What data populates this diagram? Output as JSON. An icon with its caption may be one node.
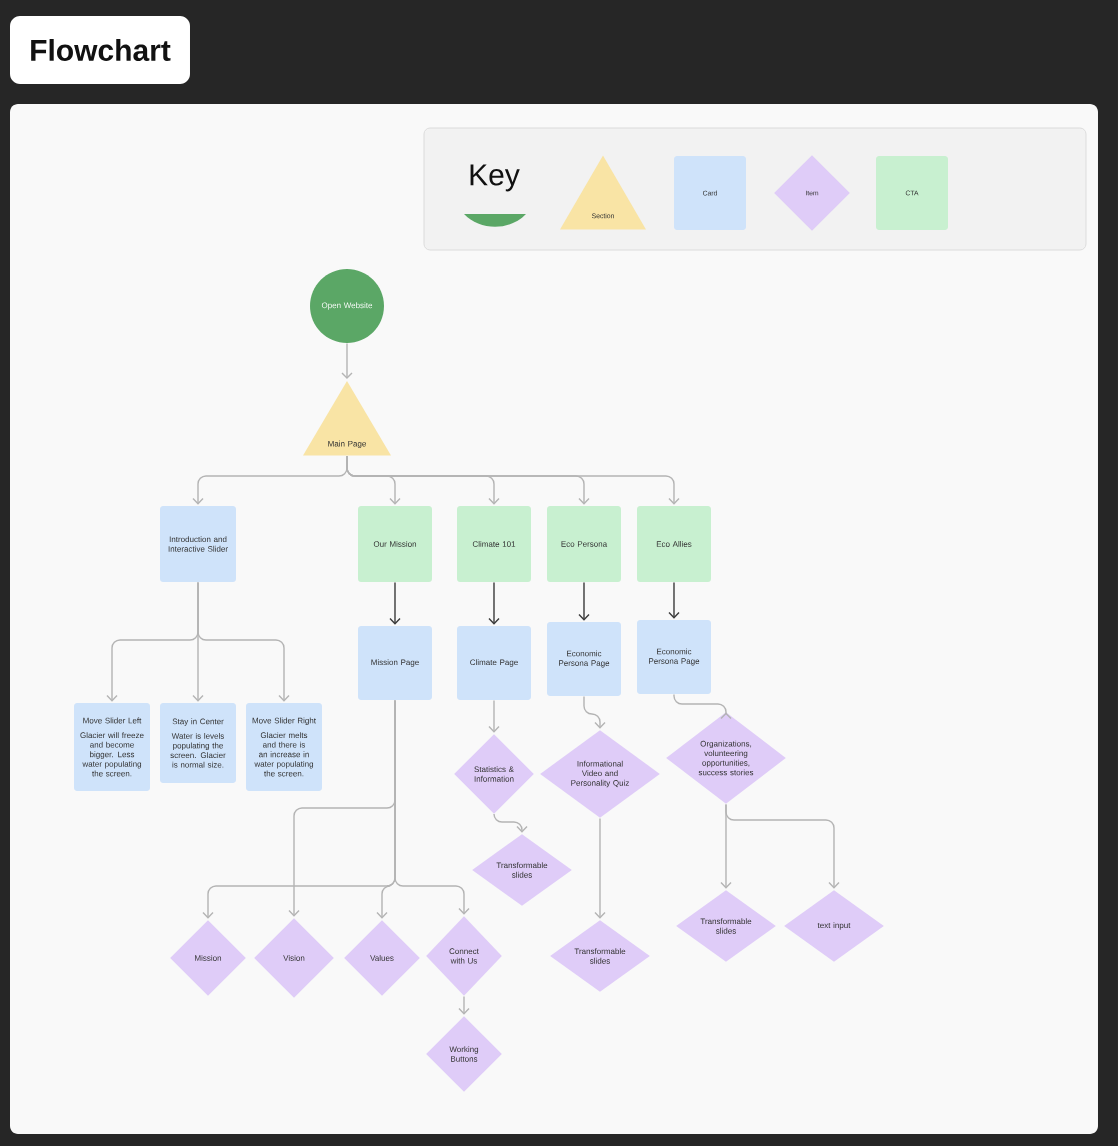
{
  "diagram": {
    "title": "Flowchart",
    "nodes": [
      {
        "text": [
          "Open Website"
        ]
      },
      {
        "text": [
          "Main Page"
        ]
      },
      {
        "text": [
          "Introduction and Interactive Slider"
        ]
      },
      {
        "text": [
          "Our Mission"
        ]
      },
      {
        "text": [
          "Climate 101"
        ]
      },
      {
        "text": [
          "Eco Persona"
        ]
      },
      {
        "text": [
          "Eco Allies"
        ]
      },
      {
        "text": [
          "Mission Page"
        ]
      },
      {
        "text": [
          "Climate Page"
        ]
      },
      {
        "text": [
          "Economic Persona Page"
        ]
      },
      {
        "text": [
          "Economic Persona Page"
        ]
      },
      {
        "text": [
          "Move Slider Left",
          "Glacier will freeze and become bigger. Less water populating the screen."
        ]
      },
      {
        "text": [
          "Stay in Center",
          "Water is levels populating the screen. Glacier is normal size."
        ]
      },
      {
        "text": [
          "Move Slider Right",
          "Glacier melts and there is an increase in water populating the screen."
        ]
      },
      {
        "text": [
          "Statistics & Information"
        ]
      },
      {
        "text": [
          "Informational Video and Personality Quiz"
        ]
      },
      {
        "text": [
          "Organizations, volunteering opportunities, success stories"
        ]
      },
      {
        "text": [
          "Transformable slides"
        ]
      },
      {
        "text": [
          "Mission"
        ]
      },
      {
        "text": [
          "Vision"
        ]
      },
      {
        "text": [
          "Values"
        ]
      },
      {
        "text": [
          "Connect with Us"
        ]
      },
      {
        "text": [
          "Transformable slides"
        ]
      },
      {
        "text": [
          "Transformable slides"
        ]
      },
      {
        "text": [
          "text input"
        ]
      },
      {
        "text": [
          "Working Buttons"
        ]
      }
    ],
    "edges": [
      {
        "from": 0,
        "to": 1,
        "arrow": "to"
      },
      {
        "from": 1,
        "to": 2,
        "arrow": "to"
      },
      {
        "from": 1,
        "to": 3,
        "arrow": "to"
      },
      {
        "from": 1,
        "to": 4,
        "arrow": "to"
      },
      {
        "from": 1,
        "to": 5,
        "arrow": "to"
      },
      {
        "from": 1,
        "to": 6,
        "arrow": "to"
      },
      {
        "from": 2,
        "to": 11,
        "arrow": "to"
      },
      {
        "from": 2,
        "to": 12,
        "arrow": "to"
      },
      {
        "from": 2,
        "to": 13,
        "arrow": "to"
      },
      {
        "from": 3,
        "to": 7,
        "arrow": "to",
        "color": "#3a3a3a"
      },
      {
        "from": 4,
        "to": 8,
        "arrow": "to",
        "color": "#3a3a3a"
      },
      {
        "from": 5,
        "to": 9,
        "arrow": "to",
        "color": "#3a3a3a"
      },
      {
        "from": 6,
        "to": 10,
        "arrow": "to",
        "color": "#3a3a3a"
      },
      {
        "from": 8,
        "to": 14,
        "arrow": "to"
      },
      {
        "from": 9,
        "to": 15,
        "arrow": "to"
      },
      {
        "from": 10,
        "to": 16,
        "arrow": "to"
      },
      {
        "from": 14,
        "to": 17,
        "arrow": "to"
      },
      {
        "from": 15,
        "to": 22,
        "arrow": "to"
      },
      {
        "from": 16,
        "to": 23,
        "arrow": "to"
      },
      {
        "from": 16,
        "to": 24,
        "arrow": "to"
      },
      {
        "from": 7,
        "to": 18,
        "arrow": "to"
      },
      {
        "from": 7,
        "to": 19,
        "arrow": "to"
      },
      {
        "from": 7,
        "to": 20,
        "arrow": "to"
      },
      {
        "from": 7,
        "to": 21,
        "arrow": "to"
      },
      {
        "from": 21,
        "to": 25,
        "arrow": "to"
      }
    ],
    "labels": [
      "Key"
    ],
    "legend": [
      {
        "text": "Section",
        "color": "#f9e4a5"
      },
      {
        "text": "Card",
        "color": "#cfe3fa"
      },
      {
        "text": "Item",
        "color": "#dfccf8"
      },
      {
        "text": "CTA",
        "color": "#c8f0d0"
      }
    ]
  }
}
